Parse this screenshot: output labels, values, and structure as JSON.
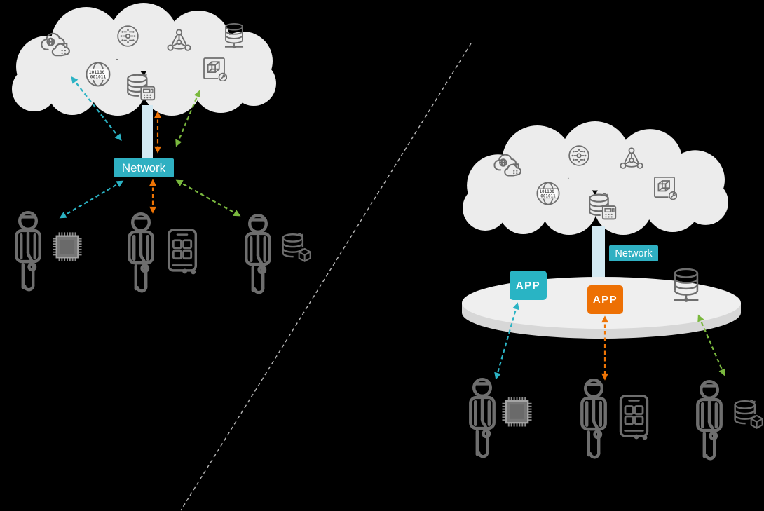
{
  "title": "Cloud network architecture comparison diagram",
  "binary": {
    "line1": "101100",
    "line2": "001011"
  },
  "left_panel": {
    "network": {
      "label": "Network"
    },
    "cloud_icons": [
      "hybrid-cloud",
      "data-analysis-sphere",
      "mesh-network",
      "database-server",
      "globe-binary",
      "database-sync-calculator",
      "boxed-model-wrench"
    ],
    "users": [
      {
        "figure": "user-figure",
        "device": "microchip"
      },
      {
        "figure": "user-figure",
        "device": "tablet-apps"
      },
      {
        "figure": "user-figure",
        "device": "database-cube"
      }
    ],
    "arrows": [
      {
        "color": "teal",
        "between": [
          "cloud",
          "network"
        ],
        "bidirectional": true
      },
      {
        "color": "orange",
        "between": [
          "cloud",
          "network"
        ],
        "bidirectional": true
      },
      {
        "color": "green",
        "between": [
          "cloud",
          "network"
        ],
        "bidirectional": true
      },
      {
        "color": "teal",
        "between": [
          "network",
          "user-1"
        ],
        "bidirectional": true
      },
      {
        "color": "orange",
        "between": [
          "network",
          "user-2"
        ],
        "bidirectional": true
      },
      {
        "color": "green",
        "between": [
          "network",
          "user-3"
        ],
        "bidirectional": true
      }
    ]
  },
  "right_panel": {
    "network": {
      "label": "Network"
    },
    "apps": [
      {
        "label": "APP",
        "color_name": "teal"
      },
      {
        "label": "APP",
        "color_name": "orange"
      }
    ],
    "platform_icons": [
      "database-server"
    ],
    "cloud_icons": [
      "hybrid-cloud",
      "data-analysis-sphere",
      "mesh-network",
      "globe-binary",
      "database-sync-calculator",
      "boxed-model-wrench"
    ],
    "users": [
      {
        "figure": "user-figure",
        "device": "microchip"
      },
      {
        "figure": "user-figure",
        "device": "tablet-apps"
      },
      {
        "figure": "user-figure",
        "device": "database-cube"
      }
    ],
    "arrows": [
      {
        "color": "teal",
        "between": [
          "app-teal",
          "user-1"
        ],
        "bidirectional": true
      },
      {
        "color": "orange",
        "between": [
          "app-orange",
          "user-2"
        ],
        "bidirectional": true
      },
      {
        "color": "green",
        "between": [
          "database-server",
          "user-3"
        ],
        "bidirectional": true
      }
    ]
  },
  "divider": {
    "style": "dashed-diagonal-line"
  },
  "colors": {
    "teal": "#2bb3c4",
    "orange": "#ee7405",
    "green": "#7ab83e",
    "cloud": "#ececec",
    "network_box": "#2fb0c2",
    "trunk": "#d3e9f2",
    "platter_top": "#efefef",
    "platter_side": "#d7d7d7",
    "icon_gray": "#6e6e6e",
    "divider_gray": "#b5b5b5",
    "background": "#000000"
  }
}
